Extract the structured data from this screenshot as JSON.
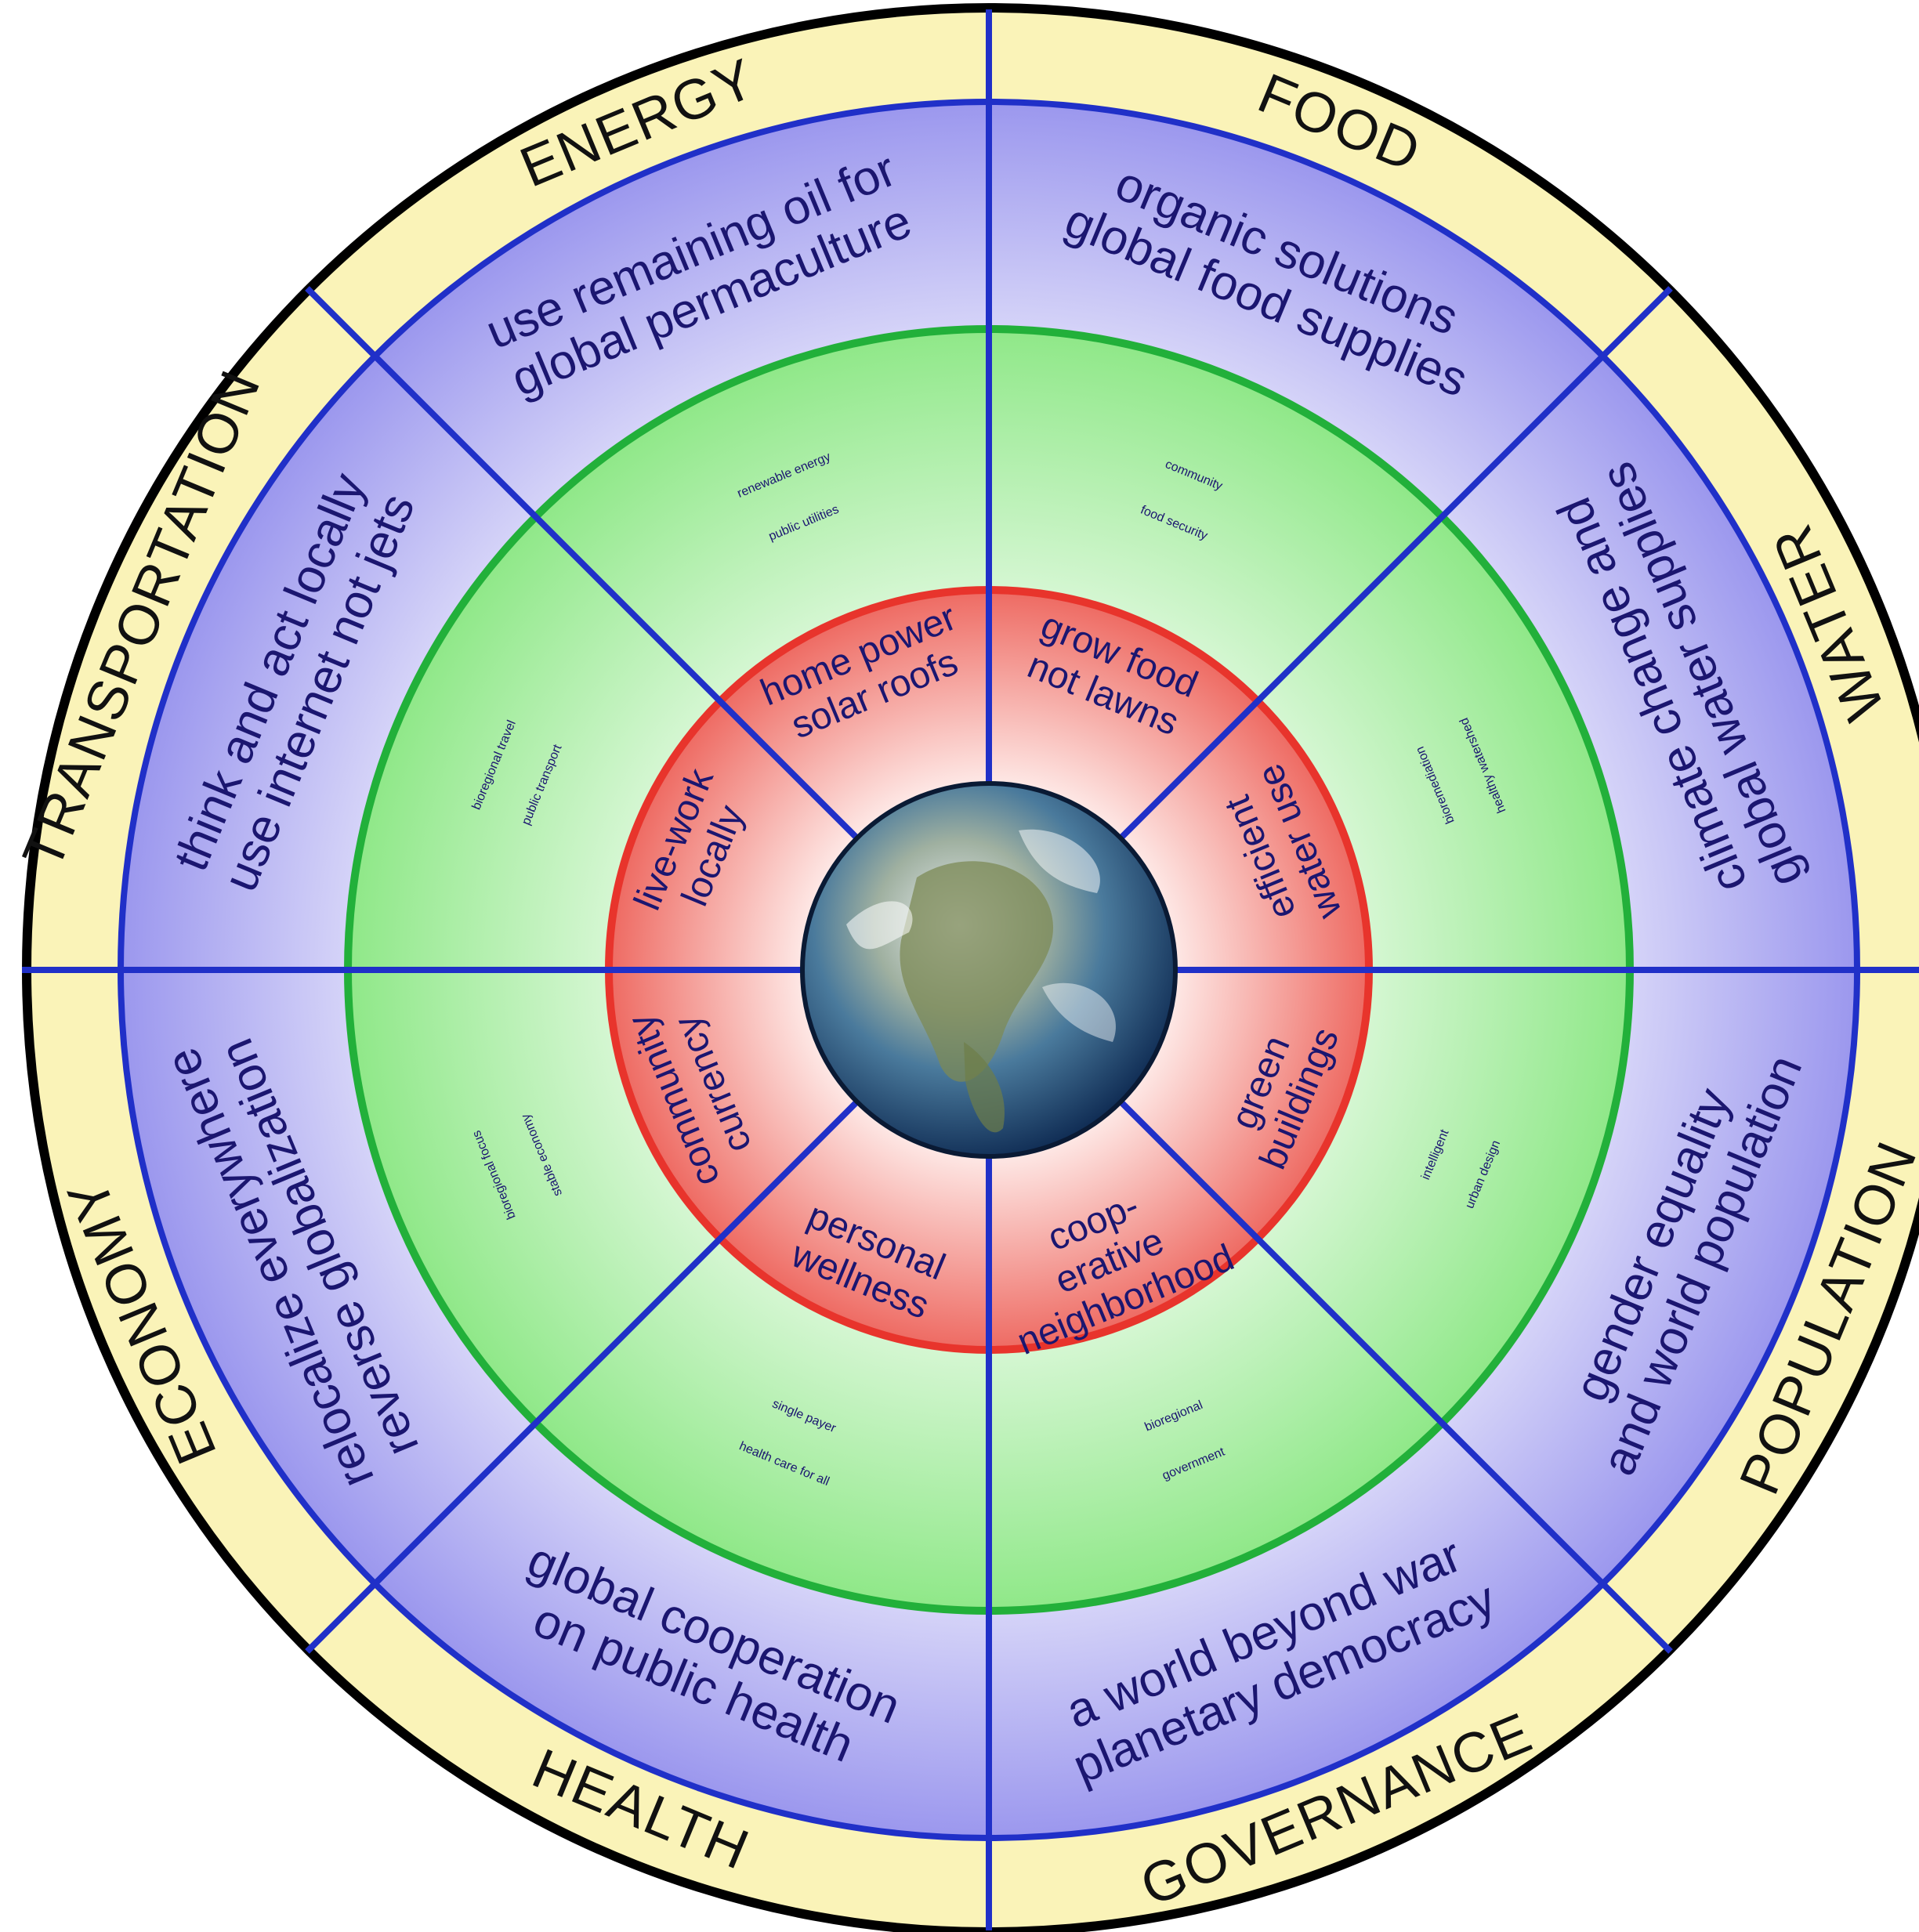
{
  "colors": {
    "categories_ring": "#faf3b8",
    "outer_ring": "#b7b4f2",
    "middle_ring": "#a9f0a2",
    "inner_ring": "#f28b84",
    "divider": "#2030c8",
    "outer_border": "#000000",
    "middle_border": "#22b03a",
    "inner_border": "#e8342c",
    "text": "#1b1670"
  },
  "globe": {
    "icon": "earth-globe-icon"
  },
  "sectors": [
    {
      "id": "transportation",
      "category": "TRANSPORTATION",
      "outer": [
        "think and act locally",
        "use internet not jets"
      ],
      "middle": [
        "bioregional travel",
        "public transport"
      ],
      "inner": [
        "live-work",
        "locally"
      ]
    },
    {
      "id": "energy",
      "category": "ENERGY",
      "outer": [
        "use remaining oil for",
        "global permaculture"
      ],
      "middle": [
        "renewable energy",
        "public utilities"
      ],
      "inner": [
        "home power",
        "solar roofs"
      ]
    },
    {
      "id": "food",
      "category": "FOOD",
      "outer": [
        "organic solutions",
        "global food supplies"
      ],
      "middle": [
        "community",
        "food security"
      ],
      "inner": [
        "grow food",
        "not lawns"
      ]
    },
    {
      "id": "water",
      "category": "WATER",
      "outer": [
        "climate change and",
        "global water supplies"
      ],
      "middle": [
        "bioremediation",
        "healthy watershed"
      ],
      "inner": [
        "efficient",
        "water use"
      ]
    },
    {
      "id": "population",
      "category": "POPULATION",
      "outer": [
        "gender equality",
        "and world population"
      ],
      "middle": [
        "intelligent",
        "urban design"
      ],
      "inner": [
        "green",
        "buildings"
      ]
    },
    {
      "id": "governance",
      "category": "GOVERNANCE",
      "outer": [
        "a world beyond war",
        "planetary democracy"
      ],
      "middle": [
        "bioregional",
        "government"
      ],
      "inner": [
        "coop-",
        "erative",
        "neighborhood"
      ]
    },
    {
      "id": "health",
      "category": "HEALTH",
      "outer": [
        "global cooperation",
        "on public health"
      ],
      "middle": [
        "single payer",
        "health care for all"
      ],
      "inner": [
        "personal",
        "wellness"
      ]
    },
    {
      "id": "economy",
      "category": "ECONOMY",
      "outer": [
        "relocalize everywhere",
        "reverse globalization"
      ],
      "middle": [
        "bioregional focus",
        "stable economy"
      ],
      "inner": [
        "community",
        "currency"
      ]
    }
  ]
}
